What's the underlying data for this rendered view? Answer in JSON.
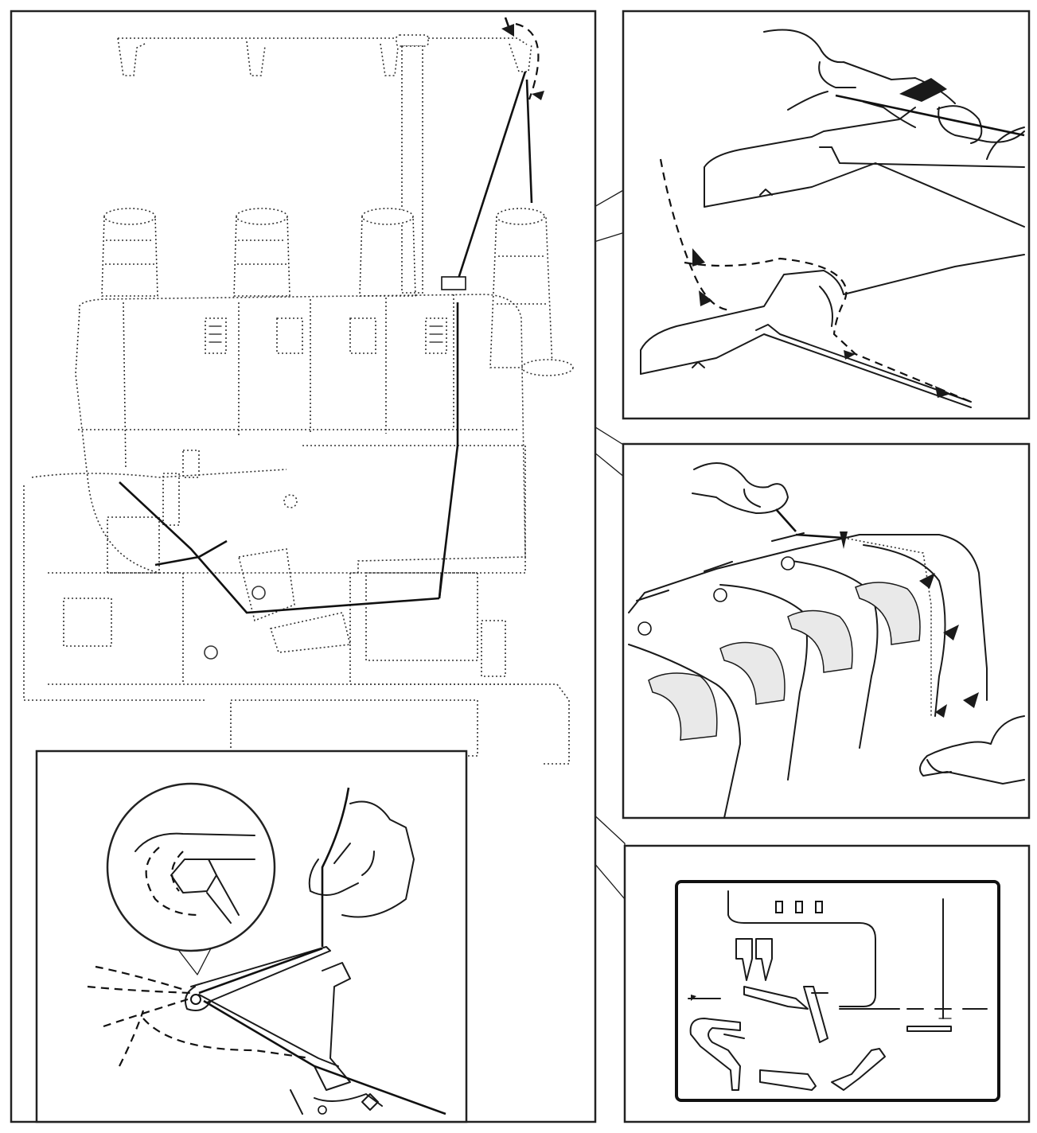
{
  "figure": {
    "panels": [
      {
        "id": "main-view",
        "subject": "serger-machine-front"
      },
      {
        "id": "detail-thread-guide",
        "subject": "top-thread-guide-threading"
      },
      {
        "id": "detail-tension-dials",
        "subject": "tension-dial-threading"
      },
      {
        "id": "detail-looper",
        "subject": "looper-threading"
      },
      {
        "id": "detail-schematic",
        "subject": "needle-looper-schematic"
      }
    ],
    "icons": [
      "hand-icon",
      "arrow-icon",
      "spool-icon",
      "dashed-thread-path"
    ]
  }
}
